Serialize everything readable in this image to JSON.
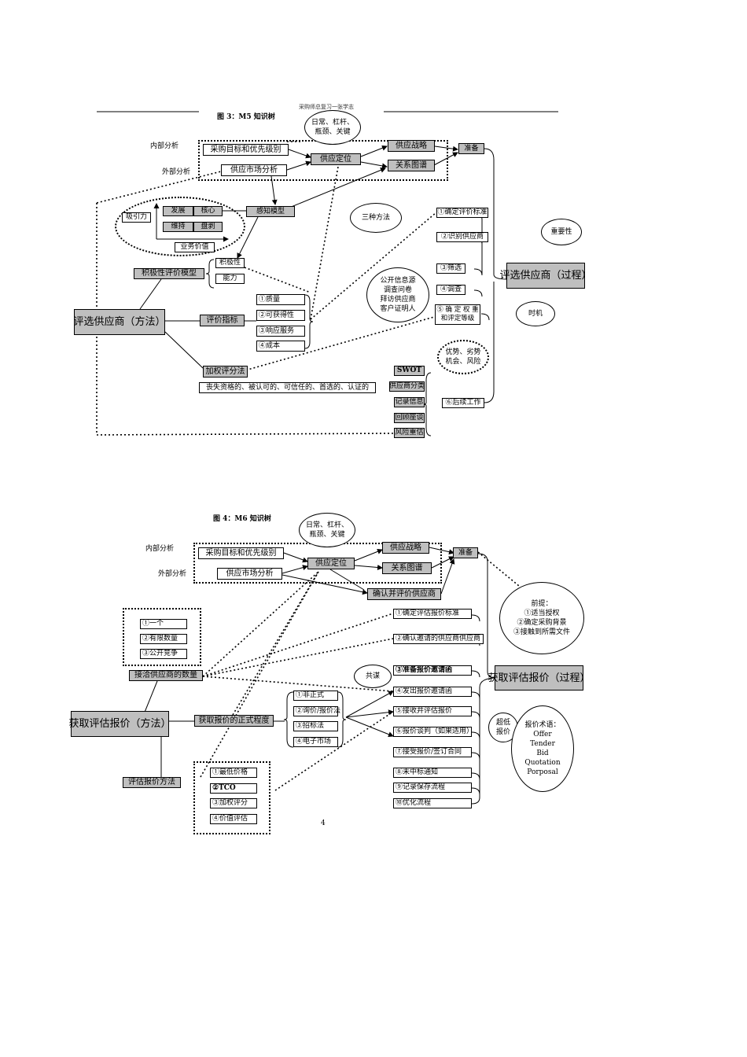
{
  "header": {
    "running": "采购师总复习一张学志",
    "page_number": "4"
  },
  "m5": {
    "title": "图 3：M5 知识树",
    "label_internal": "内部分析",
    "label_external": "外部分析",
    "goal": "采购目标和优先级别",
    "market": "供应市场分析",
    "position": "供应定位",
    "bubble_top": [
      "日常、杠杆、",
      "瓶颈、关键"
    ],
    "strategy": "供应战略",
    "relation": "关系图谱",
    "prepare": "准备",
    "perception": "感知模型",
    "attract": "吸引力",
    "quad": [
      "发展",
      "核心",
      "维持",
      "盘剥"
    ],
    "business_value": "业务价值",
    "positivity_model": "积极性评价模型",
    "positivity": "积极性",
    "ability": "能力",
    "method_main": "评选供应商（方法）",
    "eval_index": "评价指标",
    "indexes": [
      "①质量",
      "②可获得性",
      "③响应服务",
      "④成本"
    ],
    "weighting": "加权评分法",
    "qualifiers": "丧失资格的、被认可的、可信任的、首选的、认证的",
    "three_methods": "三种方法",
    "steps": [
      "①确定评价标准",
      "②识别供应商",
      "③筛选",
      "④调查",
      "⑤ 确 定 权 重和评定等级",
      "⑥后续工作"
    ],
    "survey_bubble": [
      "公开信息源",
      "调查问卷",
      "拜访供应商",
      "客户证明人"
    ],
    "swot_bubble": [
      "优势、劣势",
      "机会、风险"
    ],
    "followups": [
      "SWOT",
      "供应商分类",
      "记录信息",
      "回顾座谈",
      "风险重估"
    ],
    "process_main": "评选供应商（过程）",
    "importance": "重要性",
    "timing": "时机"
  },
  "m6": {
    "title": "图 4：M6 知识树",
    "label_internal": "内部分析",
    "label_external": "外部分析",
    "goal": "采购目标和优先级别",
    "market": "供应市场分析",
    "position": "供应定位",
    "bubble_top": [
      "日常、杠杆、",
      "瓶颈、关键"
    ],
    "strategy": "供应战略",
    "relation": "关系图谱",
    "prepare": "准备",
    "confirm": "确认并评价供应商",
    "counts": [
      "①一个",
      "②有限数量",
      "③公开竞争"
    ],
    "count_label": "接洽供应商的数量",
    "method_main": "获取评估报价（方法）",
    "formality": "获取报价的正式程度",
    "formal_opts": [
      "①非正式",
      "②询价/报价法",
      "③招标法",
      "④电子市场"
    ],
    "eval_method": "评估报价方法",
    "eval_opts": [
      "①最低价格",
      "②TCO",
      "③加权评分",
      "④价值评估"
    ],
    "joint": "共谋",
    "steps": [
      "①确定评估报价标准",
      "②确认邀请的供应商供应商",
      "③准备报价邀请函",
      "④发出报价邀请函",
      "⑤接收并评估报价",
      "⑥报价谈判（如果适用）",
      "⑦接受报价/签订合同",
      "⑧未中标通知",
      "⑨记录保存流程",
      "⑩优化流程"
    ],
    "premise": [
      "前提：",
      "①适当授权",
      "②确定采购背景",
      "③接触到所需文件"
    ],
    "process_main": "获取评估报价（过程）",
    "ultra_low": [
      "超低",
      "报价"
    ],
    "terms": [
      "报价术语：",
      "Offer",
      "Tender",
      "Bid",
      "Quotation",
      "Porposal"
    ]
  }
}
